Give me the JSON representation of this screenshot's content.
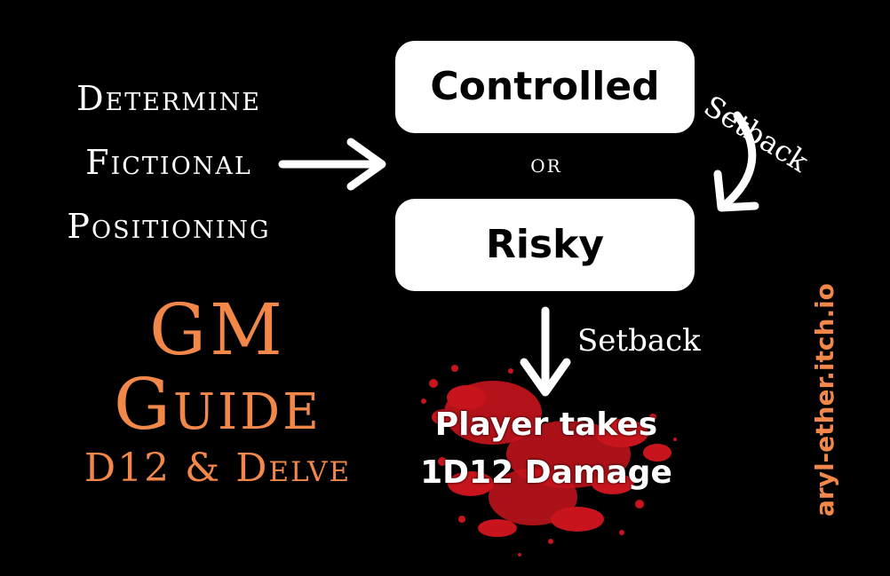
{
  "intro": {
    "line1": "Determine",
    "line2": "Fictional",
    "line3": "Positioning"
  },
  "boxes": {
    "controlled": "Controlled",
    "or": "or",
    "risky": "Risky"
  },
  "setback_curve_label": "Setback",
  "setback_down_label": "Setback",
  "result": {
    "line1": "Player takes",
    "line2": "1D12 Damage"
  },
  "guide": {
    "line1": "GM",
    "line2": "Guide",
    "line3": "D12 & Delve"
  },
  "site": "aryl-ether.itch.io",
  "colors": {
    "background": "#000000",
    "box": "#ffffff",
    "accent": "#f2874a",
    "blood": "#c8141c"
  }
}
